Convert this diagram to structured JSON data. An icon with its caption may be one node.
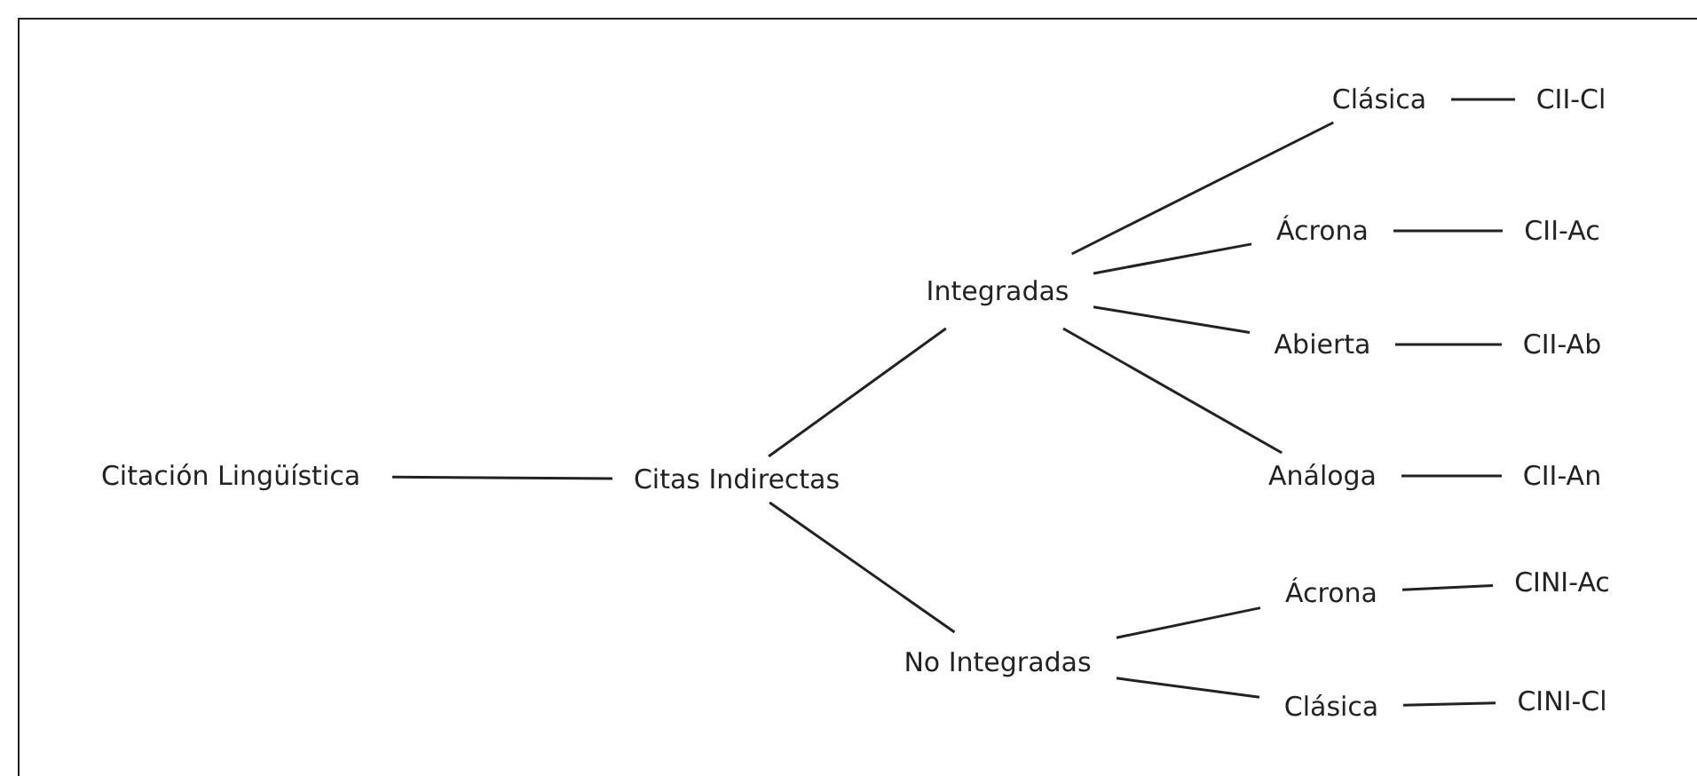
{
  "diagram": {
    "nodes": [
      {
        "text": [
          "Citación Lingüística"
        ]
      },
      {
        "text": [
          "Citas Indirectas"
        ]
      },
      {
        "text": [
          "Integradas"
        ]
      },
      {
        "text": [
          "Clásica"
        ]
      },
      {
        "text": [
          "CII-Cl"
        ]
      },
      {
        "text": [
          "Ácrona"
        ]
      },
      {
        "text": [
          "CII-Ac"
        ]
      },
      {
        "text": [
          "Abierta"
        ]
      },
      {
        "text": [
          "CII-Ab"
        ]
      },
      {
        "text": [
          "Análoga"
        ]
      },
      {
        "text": [
          "CII-An"
        ]
      },
      {
        "text": [
          "No Integradas"
        ]
      },
      {
        "text": [
          "Ácrona"
        ]
      },
      {
        "text": [
          "CINI-Ac"
        ]
      },
      {
        "text": [
          "Clásica"
        ]
      },
      {
        "text": [
          "CINI-Cl"
        ]
      }
    ],
    "edges": [
      {
        "from": 0,
        "to": 1,
        "arrow": "none"
      },
      {
        "from": 1,
        "to": 2,
        "arrow": "none"
      },
      {
        "from": 2,
        "to": 3,
        "arrow": "none"
      },
      {
        "from": 3,
        "to": 4,
        "arrow": "none"
      },
      {
        "from": 2,
        "to": 5,
        "arrow": "none"
      },
      {
        "from": 5,
        "to": 6,
        "arrow": "none"
      },
      {
        "from": 2,
        "to": 7,
        "arrow": "none"
      },
      {
        "from": 7,
        "to": 8,
        "arrow": "none"
      },
      {
        "from": 2,
        "to": 9,
        "arrow": "none"
      },
      {
        "from": 9,
        "to": 10,
        "arrow": "none"
      },
      {
        "from": 1,
        "to": 11,
        "arrow": "none"
      },
      {
        "from": 11,
        "to": 12,
        "arrow": "none"
      },
      {
        "from": 12,
        "to": 13,
        "arrow": "none"
      },
      {
        "from": 11,
        "to": 14,
        "arrow": "none"
      },
      {
        "from": 14,
        "to": 15,
        "arrow": "none"
      }
    ]
  }
}
